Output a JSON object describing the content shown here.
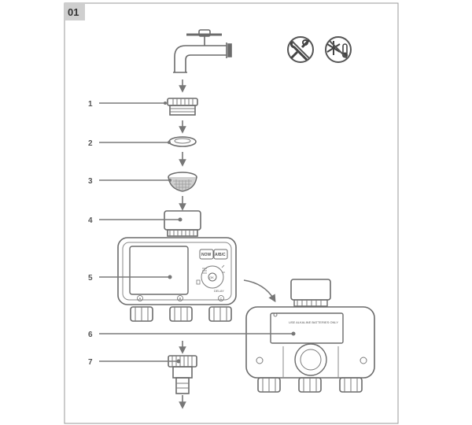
{
  "step": {
    "number": "01"
  },
  "callouts": [
    "1",
    "2",
    "3",
    "4",
    "5",
    "6",
    "7"
  ],
  "timer": {
    "button_now": "NOW",
    "button_abc": "A/B/C",
    "button_ok": "OK",
    "button_delay": "DELAY",
    "outlets": [
      "A",
      "B",
      "C"
    ]
  },
  "battery": {
    "notice": "USE ALKALINE BATTERIES ONLY"
  },
  "icons": [
    "no-tools-icon",
    "no-frost-icon"
  ]
}
